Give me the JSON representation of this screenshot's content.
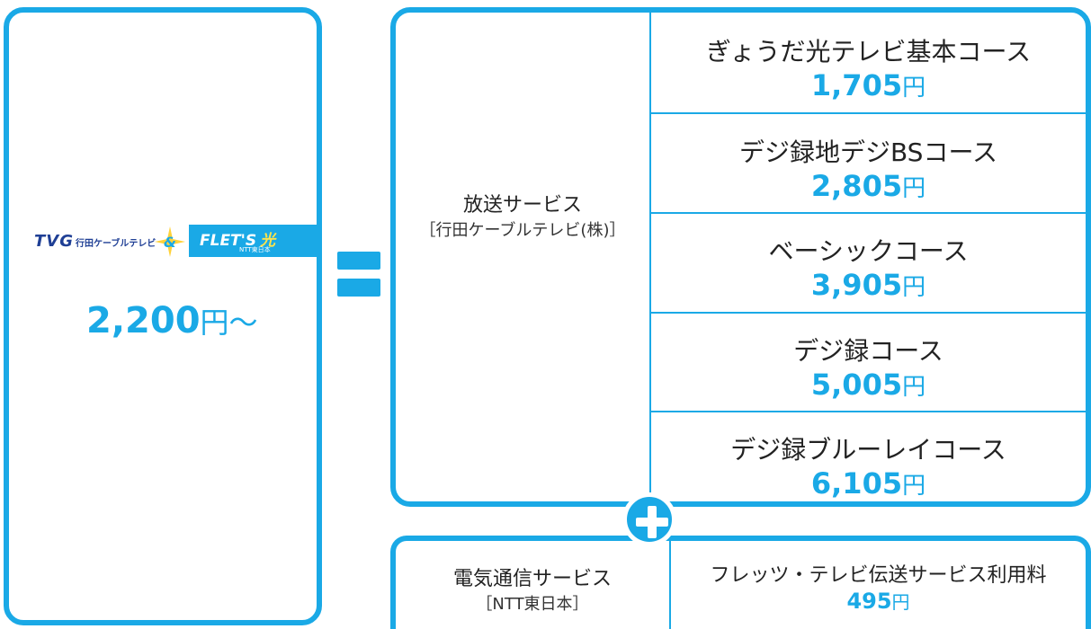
{
  "colors": {
    "accent": "#1aa9e6",
    "text": "#222222",
    "logo_blue": "#1f3f95",
    "flets_yellow": "#ffe54a"
  },
  "logos": {
    "tvg": "TVG",
    "tvg_name": "行田ケーブルテレビ",
    "flets": "FLET'S",
    "flets_hikari": "光",
    "flets_sub": "NTT東日本"
  },
  "left": {
    "price": "2,200",
    "yen": "円～"
  },
  "broadcast": {
    "label": "放送サービス",
    "provider": "［行田ケーブルテレビ(株)］",
    "courses": [
      {
        "name": "ぎょうだ光テレビ基本コース",
        "price": "1,705",
        "yen": "円"
      },
      {
        "name": "デジ録地デジBSコース",
        "price": "2,805",
        "yen": "円"
      },
      {
        "name": "ベーシックコース",
        "price": "3,905",
        "yen": "円"
      },
      {
        "name": "デジ録コース",
        "price": "5,005",
        "yen": "円"
      },
      {
        "name": "デジ録ブルーレイコース",
        "price": "6,105",
        "yen": "円"
      }
    ]
  },
  "telecom": {
    "label": "電気通信サービス",
    "provider": "［NTT東日本］",
    "fee_name": "フレッツ・テレビ伝送サービス利用料",
    "fee_price": "495",
    "fee_yen": "円"
  }
}
